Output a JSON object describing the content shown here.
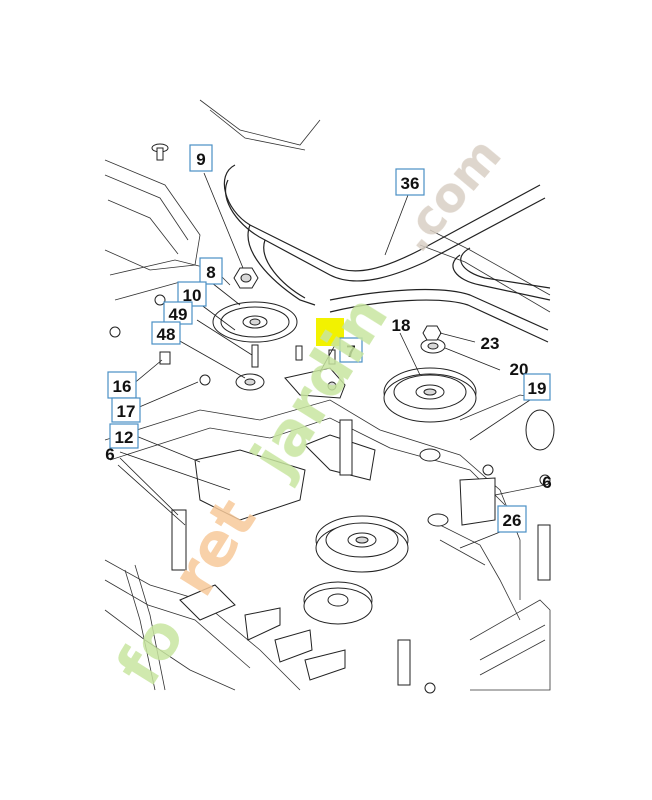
{
  "callouts": [
    {
      "id": "9",
      "label": "9",
      "boxed": true
    },
    {
      "id": "36",
      "label": "36",
      "boxed": true
    },
    {
      "id": "8",
      "label": "8",
      "boxed": true
    },
    {
      "id": "10",
      "label": "10",
      "boxed": true
    },
    {
      "id": "49",
      "label": "49",
      "boxed": true
    },
    {
      "id": "48",
      "label": "48",
      "boxed": true
    },
    {
      "id": "7",
      "label": "7",
      "boxed": true
    },
    {
      "id": "18",
      "label": "18",
      "boxed": false
    },
    {
      "id": "23",
      "label": "23",
      "boxed": false
    },
    {
      "id": "20",
      "label": "20",
      "boxed": false
    },
    {
      "id": "19",
      "label": "19",
      "boxed": true
    },
    {
      "id": "16",
      "label": "16",
      "boxed": true
    },
    {
      "id": "17",
      "label": "17",
      "boxed": true
    },
    {
      "id": "12",
      "label": "12",
      "boxed": true
    },
    {
      "id": "6",
      "label": "6",
      "boxed": false
    },
    {
      "id": "6b",
      "label": "6",
      "boxed": false
    },
    {
      "id": "26",
      "label": "26",
      "boxed": true
    }
  ],
  "highlight_color": "#f2f200",
  "callout_border_color": "#4a8fc4",
  "watermark": {
    "text_a": "fo",
    "text_b": "ret",
    "text_c": "jardin",
    "text_d": ".com",
    "color_green": "#c8e6a0",
    "color_orange": "#f7c99a",
    "color_gray": "#d9cfc4"
  }
}
